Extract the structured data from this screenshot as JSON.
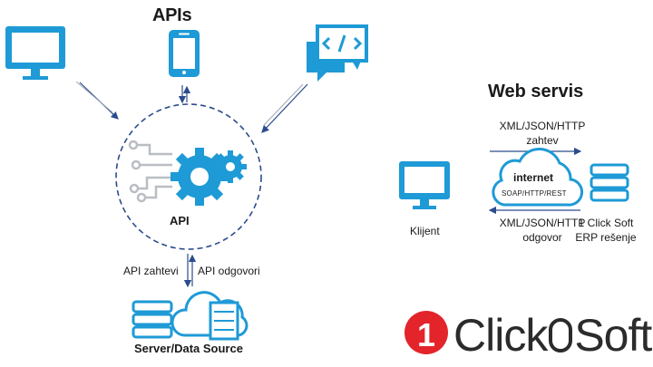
{
  "left_diagram": {
    "title": "APIs",
    "core_label": "API",
    "request_label": "API zahtevi",
    "response_label": "API odgovori",
    "server_label": "Server/Data Source",
    "icons": [
      "desktop-monitor",
      "mobile-phone",
      "code-chat",
      "gears",
      "database",
      "cloud-server"
    ]
  },
  "right_diagram": {
    "title": "Web servis",
    "request_label": "XML/JSON/HTTP\nzahtev",
    "response_label": "XML/JSON/HTTP\nodgovor",
    "client_label": "Klijent",
    "erp_label": "1 Click Soft\nERP rešenje",
    "cloud_title": "internet",
    "cloud_protocols": "SOAP/HTTP/REST"
  },
  "logo": {
    "digit": "1",
    "text_before": "Click",
    "text_after": "Soft"
  },
  "colors": {
    "accent_blue": "#1e9ad6",
    "dark_navy": "#2b4c8c",
    "gray_circuit": "#b9bec4",
    "logo_red": "#e3242b"
  }
}
